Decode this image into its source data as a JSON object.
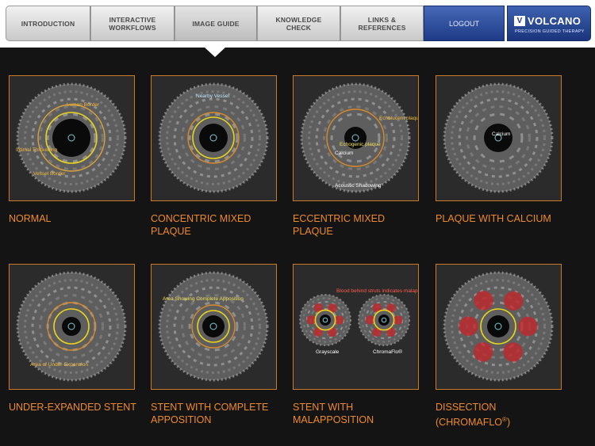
{
  "nav": {
    "items": [
      "INTRODUCTION",
      "INTERACTIVE WORKFLOWS",
      "IMAGE GUIDE",
      "KNOWLEDGE CHECK",
      "LINKS & REFERENCES"
    ],
    "active": "IMAGE GUIDE",
    "logout": "LOGOUT"
  },
  "brand": {
    "name": "VOLCANO",
    "mark": "V",
    "tagline": "PRECISION GUIDED THERAPY"
  },
  "colors": {
    "accent": "#ee8a2a",
    "thumb_border": "#c97a26",
    "background": "#141414",
    "brand_blue": "#1f3b84"
  },
  "gallery": {
    "items": [
      {
        "title": "NORMAL",
        "annotations": [
          "Lumen Border",
          "Intimal Thickening",
          "Vessel Border"
        ]
      },
      {
        "title": "CONCENTRIC MIXED PLAQUE",
        "annotations": [
          "Nearby Vessel"
        ]
      },
      {
        "title": "ECCENTRIC MIXED PLAQUE",
        "annotations": [
          "Echolucent plaque",
          "Echogenic plaque",
          "Calcium",
          "Acoustic Shadowing"
        ]
      },
      {
        "title": "PLAQUE WITH CALCIUM",
        "annotations": [
          "Calcium"
        ]
      },
      {
        "title": "UNDER-EXPANDED STENT",
        "annotations": [
          "Area of Under-Expansion"
        ]
      },
      {
        "title": "STENT WITH COMPLETE APPOSITION",
        "annotations": [
          "Area Showing Complete Apposition"
        ]
      },
      {
        "title": "STENT WITH MALAPPOSITION",
        "annotations": [
          "Blood behind struts indicates malapposition",
          "Grayscale",
          "ChromaFlo®"
        ]
      },
      {
        "title": "DISSECTION (CHROMAFLO",
        "title_sup": "®",
        "title_end": ")",
        "annotations": []
      }
    ]
  }
}
